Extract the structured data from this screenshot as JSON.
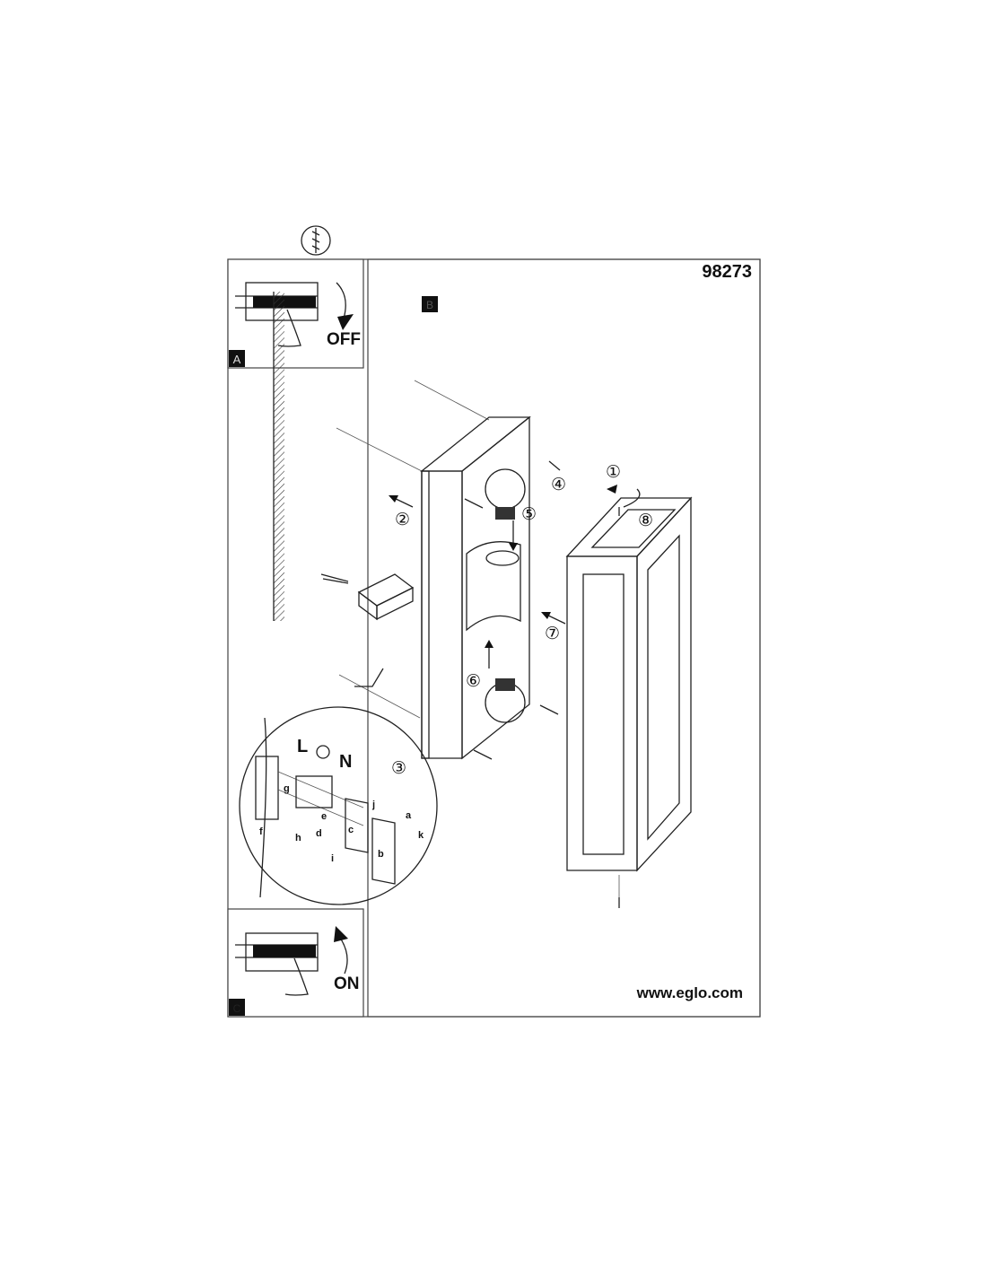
{
  "header": {
    "model_number": "98273"
  },
  "panels": {
    "a": {
      "label": "A",
      "switch_state": "OFF"
    },
    "b": {
      "label": "B"
    },
    "c": {
      "label": "C",
      "switch_state": "ON"
    }
  },
  "steps": [
    "①",
    "②",
    "③",
    "④",
    "⑤",
    "⑥",
    "⑦",
    "⑧"
  ],
  "wiring": {
    "live": "L",
    "neutral": "N",
    "parts": [
      "a",
      "b",
      "c",
      "d",
      "e",
      "f",
      "g",
      "h",
      "i",
      "j",
      "k"
    ]
  },
  "footer": {
    "website": "www.eglo.com"
  }
}
